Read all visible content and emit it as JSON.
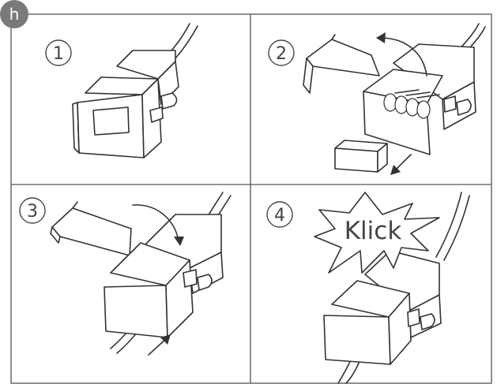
{
  "badge": {
    "label": "h",
    "color": "#7a7a7a"
  },
  "panels": [
    {
      "step": "1"
    },
    {
      "step": "2"
    },
    {
      "step": "3"
    },
    {
      "step": "4",
      "callout": "Klick"
    }
  ],
  "colors": {
    "line": "#333333",
    "background": "#ffffff"
  }
}
